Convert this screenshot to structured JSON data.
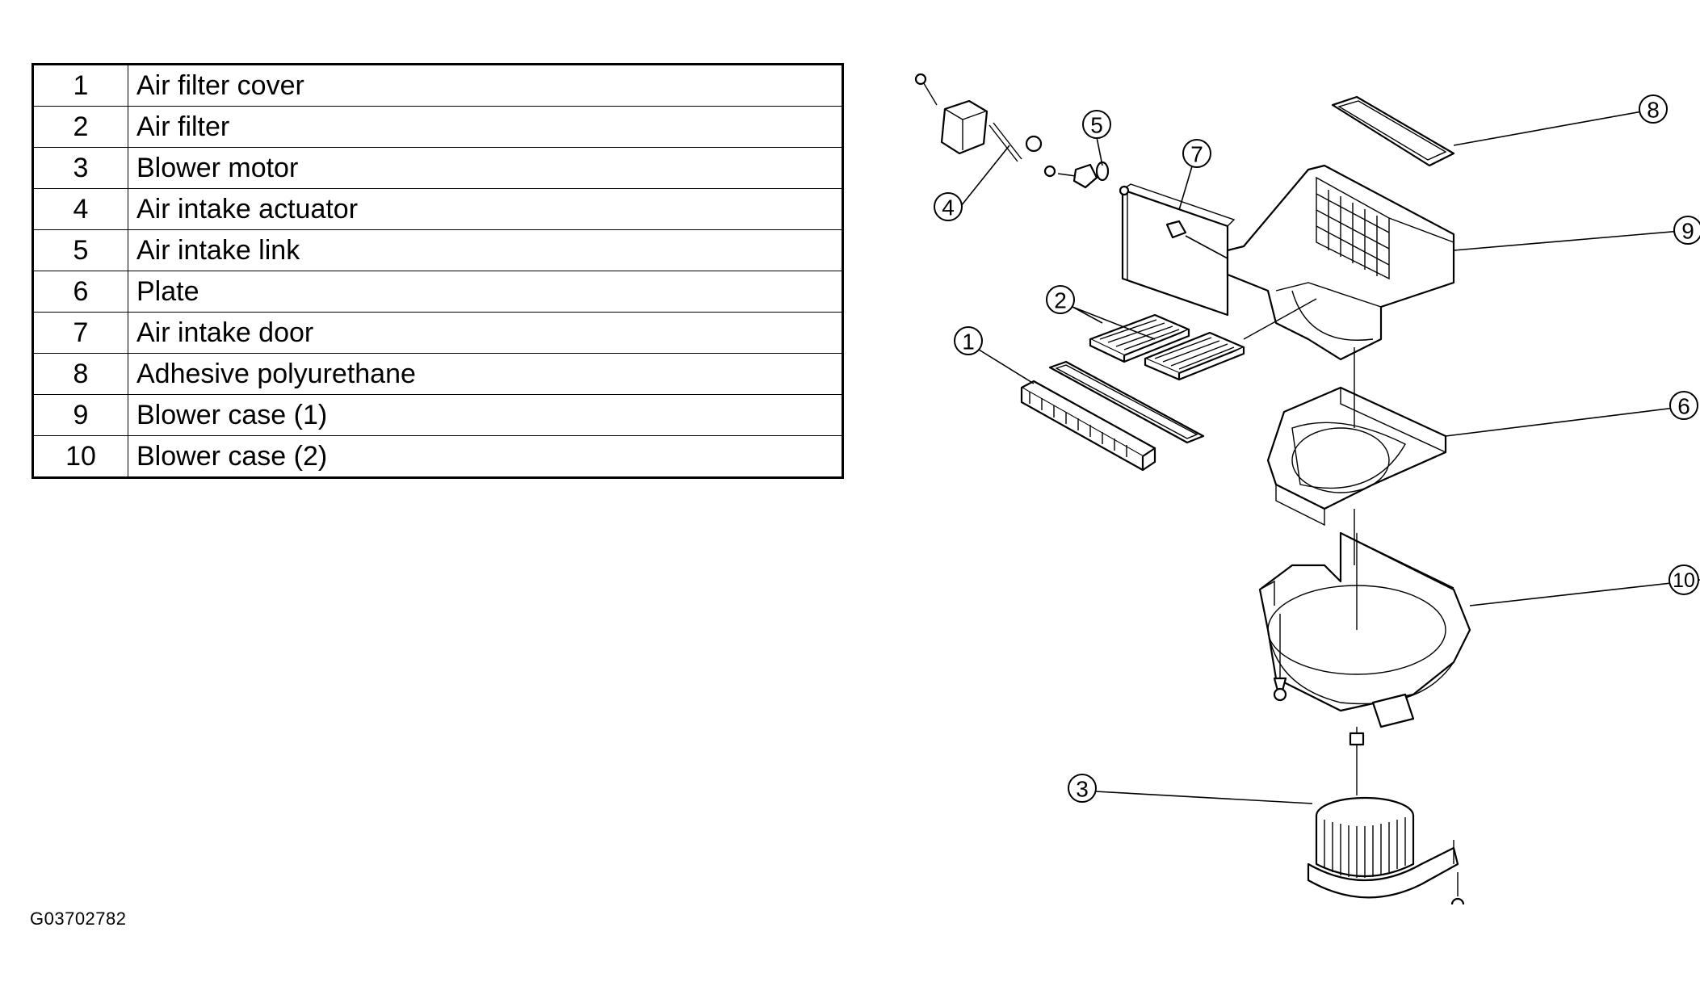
{
  "legend": [
    {
      "number": "1",
      "label": "Air filter cover"
    },
    {
      "number": "2",
      "label": "Air filter"
    },
    {
      "number": "3",
      "label": "Blower motor"
    },
    {
      "number": "4",
      "label": "Air intake actuator"
    },
    {
      "number": "5",
      "label": "Air intake link"
    },
    {
      "number": "6",
      "label": "Plate"
    },
    {
      "number": "7",
      "label": "Air intake door"
    },
    {
      "number": "8",
      "label": "Adhesive polyurethane"
    },
    {
      "number": "9",
      "label": "Blower case (1)"
    },
    {
      "number": "10",
      "label": "Blower case (2)"
    }
  ],
  "figure_code": "G03702782",
  "callouts": [
    "1",
    "2",
    "3",
    "4",
    "5",
    "6",
    "7",
    "8",
    "9",
    "10"
  ]
}
